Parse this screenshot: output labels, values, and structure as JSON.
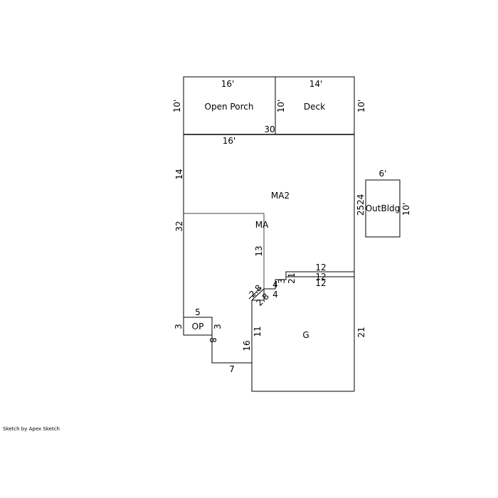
{
  "credit": "Sketch by Apex Sketch",
  "areas": {
    "open_porch": "Open Porch",
    "deck": "Deck",
    "ma2": "MA2",
    "ma": "MA",
    "op": "OP",
    "g": "G",
    "outbldg": "OutBldg"
  },
  "dims": {
    "porch_top": "16'",
    "porch_left": "10'",
    "deck_top": "14'",
    "deck_left": "10'",
    "deck_right": "10'",
    "ma2_top": "16'",
    "ma2_corner": "30",
    "ma2_left": "14",
    "ma_left": "32",
    "ma_inner": "13",
    "right_stack": "2524",
    "outbldg_top": "6'",
    "outbldg_right": "10'",
    "step_12a": "12",
    "step_12b": "12",
    "step_12c": "12",
    "step_4a": "4",
    "step_4b": "4",
    "step_3": "3",
    "step_2": "2",
    "step_1": "1",
    "diag_a": "2.8",
    "diag_b": "2.8",
    "op_top": "5",
    "op_left": "3",
    "op_right": "3",
    "dim_8": "8",
    "dim_7": "7",
    "dim_16": "16",
    "dim_11": "11",
    "g_right": "21"
  }
}
